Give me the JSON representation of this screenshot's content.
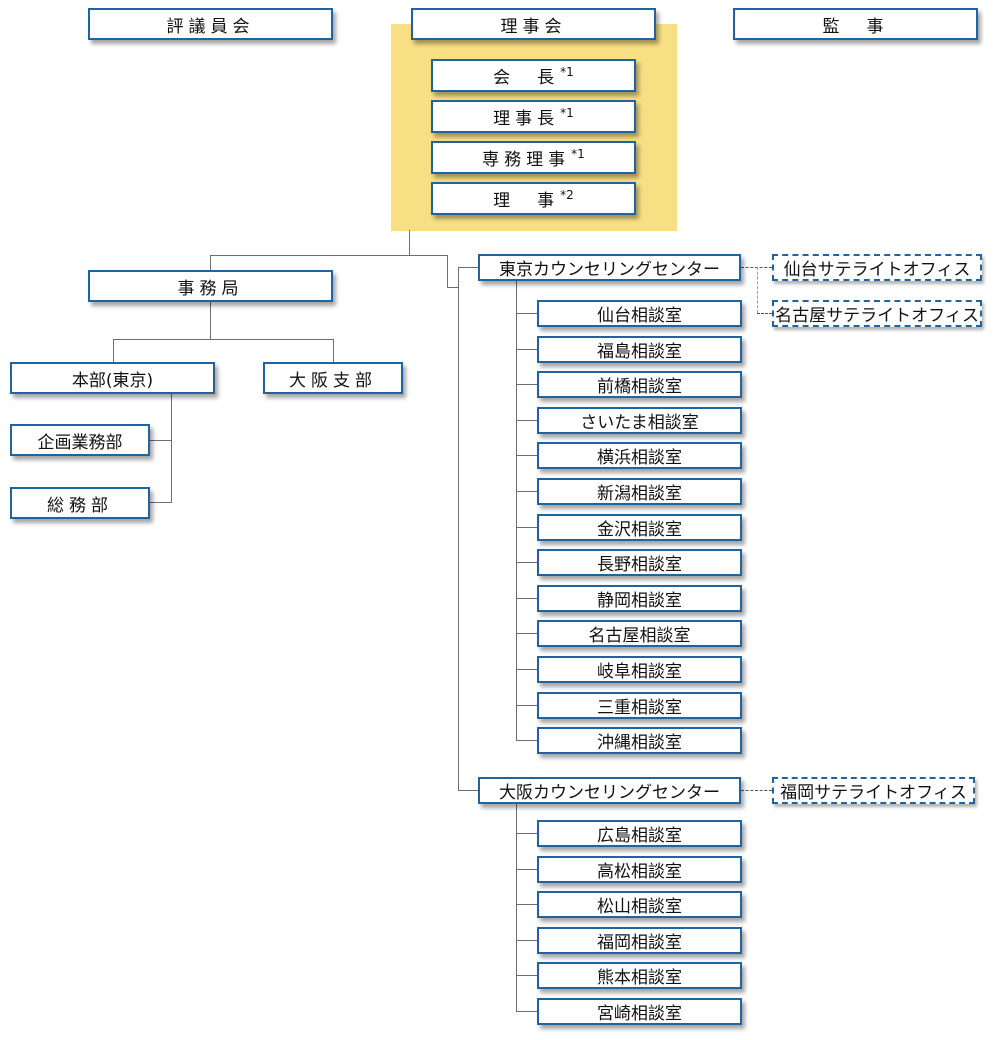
{
  "top": {
    "council": "評議員会",
    "board": "理事会",
    "auditor": "監　事"
  },
  "board_members": [
    {
      "label": "会　長",
      "note": "1"
    },
    {
      "label": "理事長",
      "note": "1"
    },
    {
      "label": "専務理事",
      "note": "1"
    },
    {
      "label": "理　事",
      "note": "2"
    }
  ],
  "secretariat": {
    "label": "事務局",
    "headquarters": "本部(東京)",
    "osaka_branch": "大阪支部",
    "departments": [
      "企画業務部",
      "総務部"
    ]
  },
  "tokyo_center": {
    "label": "東京カウンセリングセンター",
    "satellites": [
      "仙台サテライトオフィス",
      "名古屋サテライトオフィス"
    ],
    "rooms": [
      "仙台相談室",
      "福島相談室",
      "前橋相談室",
      "さいたま相談室",
      "横浜相談室",
      "新潟相談室",
      "金沢相談室",
      "長野相談室",
      "静岡相談室",
      "名古屋相談室",
      "岐阜相談室",
      "三重相談室",
      "沖縄相談室"
    ]
  },
  "osaka_center": {
    "label": "大阪カウンセリングセンター",
    "satellites": [
      "福岡サテライトオフィス"
    ],
    "rooms": [
      "広島相談室",
      "高松相談室",
      "松山相談室",
      "福岡相談室",
      "熊本相談室",
      "宮崎相談室"
    ]
  },
  "colors": {
    "border": "#1f64a0",
    "highlight": "#f8df84",
    "line": "#6e6e6e"
  }
}
